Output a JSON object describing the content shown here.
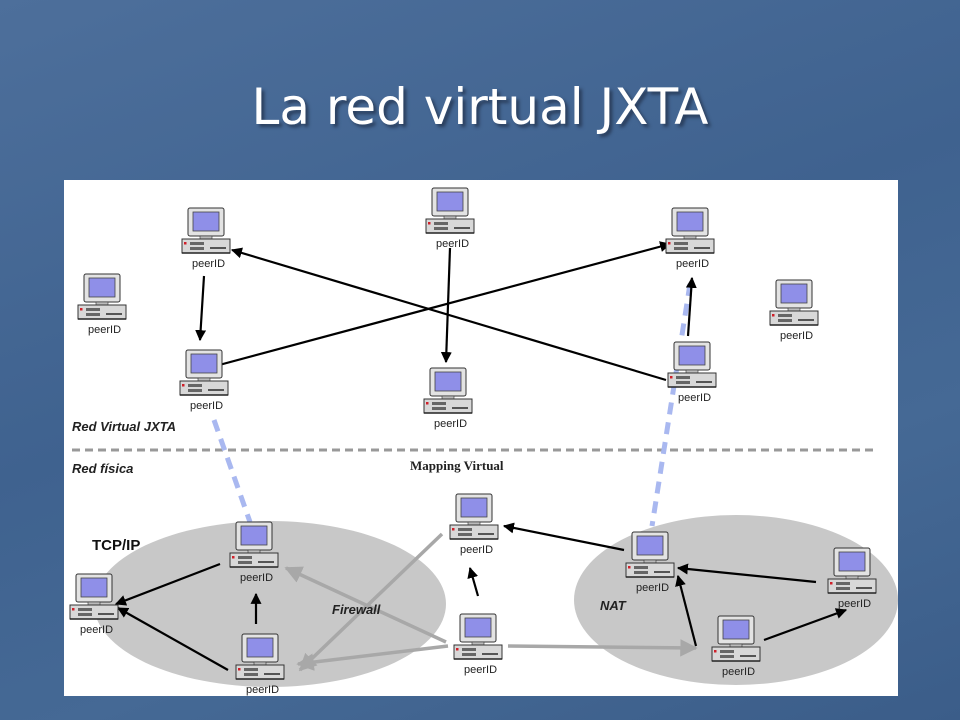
{
  "slide": {
    "title": "La red virtual JXTA"
  },
  "diagram": {
    "peer_label": "peerID",
    "labels": {
      "virtual_network": "Red Virtual JXTA",
      "physical_network": "Red física",
      "mapping": "Mapping Virtual",
      "tcpip": "TCP/IP",
      "firewall": "Firewall",
      "nat": "NAT"
    },
    "colors": {
      "background": "#4a6c98",
      "panel": "#ffffff",
      "cloud": "#c8c8c8",
      "arrow": "#000000",
      "firewall_arrow": "#a8a8a8",
      "mapping_link": "#a9b8f0",
      "divider": "#999999",
      "screen": "#8f8fe8"
    },
    "icon": "computer-icon"
  }
}
